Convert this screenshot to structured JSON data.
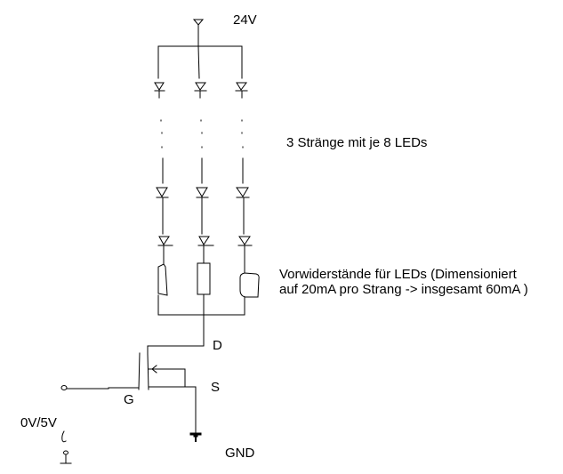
{
  "labels": {
    "supply": "24V",
    "strings_note": "3 Stränge mit je 8 LEDs",
    "resistor_note_line1": "Vorwiderstände für LEDs (Dimensioniert",
    "resistor_note_line2": "auf 20mA pro Strang -> insgesamt 60mA  )",
    "drain": "D",
    "source": "S",
    "gate": "G",
    "input": "0V/5V",
    "ground": "GND"
  },
  "circuit": {
    "led_strings": 3,
    "leds_per_string": 8
  },
  "colors": {
    "ink": "#000000",
    "background": "#ffffff"
  }
}
